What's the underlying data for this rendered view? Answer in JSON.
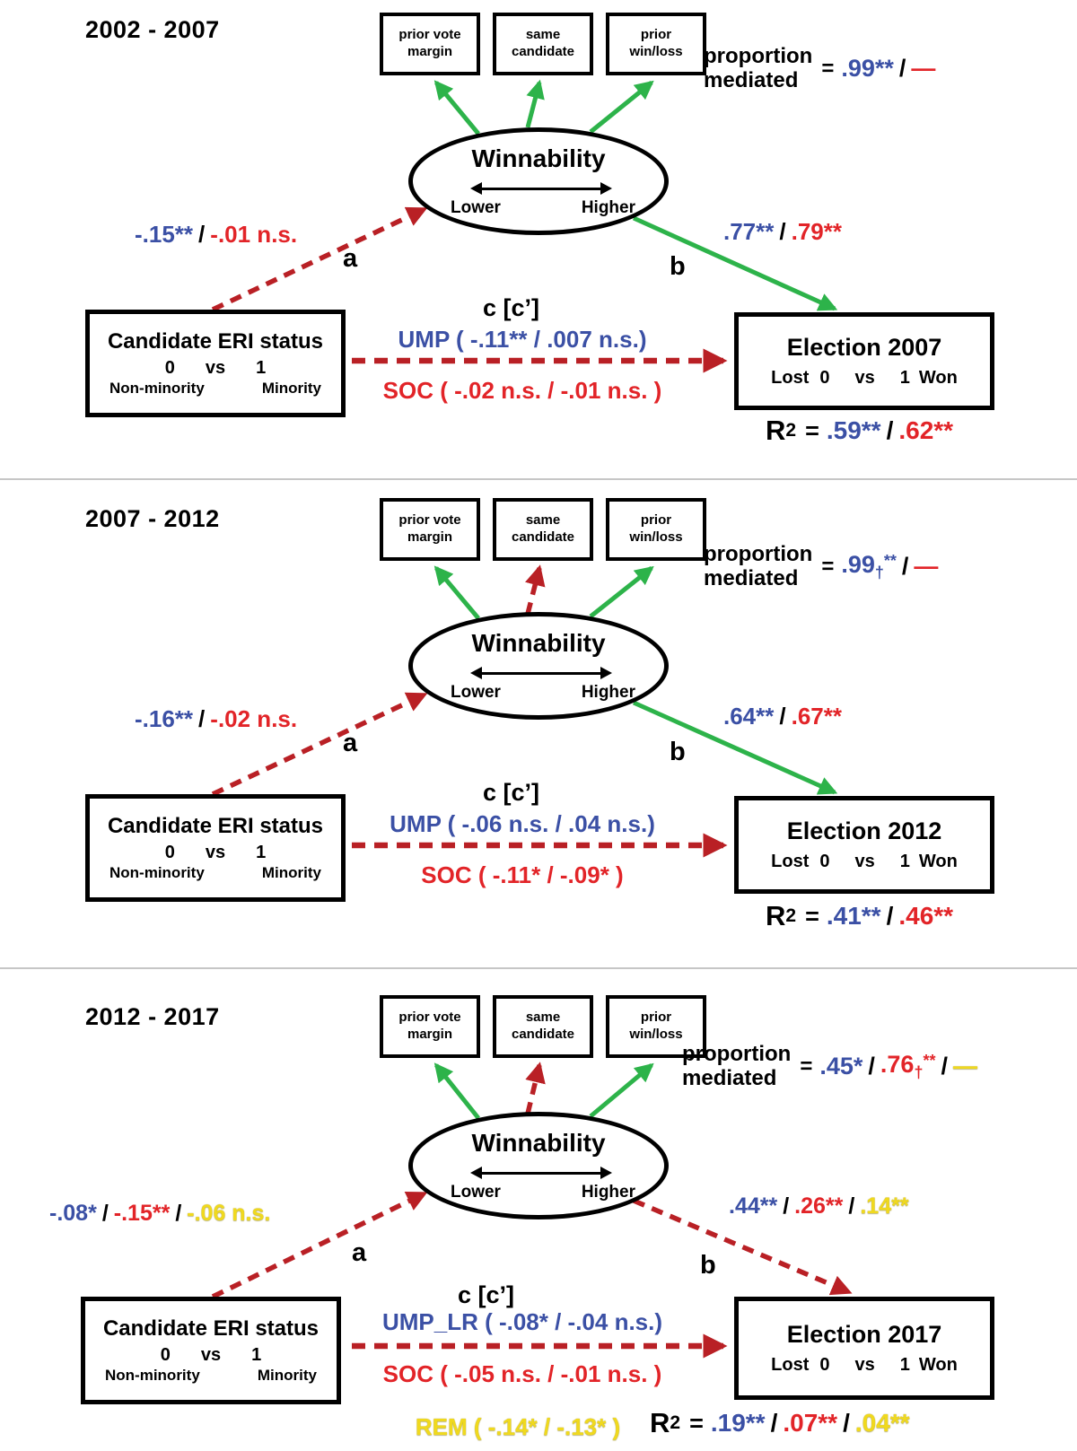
{
  "colors": {
    "coef_blue": "#3b50a5",
    "coef_red": "#e22428",
    "coef_yellow": "#f0d91e",
    "arrow_green": "#2db34a",
    "arrow_dark_red": "#b92025",
    "box_border": "#000000"
  },
  "shared": {
    "labels": {
      "prop1": "proportion",
      "prop2": "mediated",
      "eq": "=",
      "slash": "/",
      "a": "a",
      "b": "b",
      "c": "c [c’]",
      "r": "R",
      "r_exp": "2"
    },
    "mediator": {
      "title": "Winnability",
      "low": "Lower",
      "high": "Higher"
    },
    "indicators": [
      {
        "l1": "prior vote",
        "l2": "margin"
      },
      {
        "l1": "same",
        "l2": "candidate"
      },
      {
        "l1": "prior",
        "l2": "win/loss"
      }
    ],
    "predictor": {
      "title": "Candidate ERI status",
      "v0": "0",
      "vs": "vs",
      "v1": "1",
      "lab0": "Non-minority",
      "lab1": "Minority"
    },
    "outcome_scale": {
      "lost": "Lost",
      "v0": "0",
      "vs": "vs",
      "v1": "1",
      "won": "Won"
    }
  },
  "panels": [
    {
      "period": "2002 - 2007",
      "prop": {
        "v1": ".99**",
        "v2": "—"
      },
      "a": {
        "v1": "-.15**",
        "v2": "-.01 n.s."
      },
      "b": {
        "v1": ".77**",
        "v2": ".79**"
      },
      "c_above": "UMP ( -.11**  /  .007 n.s.)",
      "c_below": "SOC ( -.02 n.s. /  -.01 n.s. )",
      "outcome": "Election 2007",
      "r2": {
        "v1": ".59**",
        "v2": ".62**"
      }
    },
    {
      "period": "2007 - 2012",
      "prop": {
        "v1": ".99",
        "v1sub": "†",
        "v1sup": "**",
        "v2": "—"
      },
      "a": {
        "v1": "-.16**",
        "v2": "-.02 n.s."
      },
      "b": {
        "v1": ".64**",
        "v2": ".67**"
      },
      "c_above": "UMP ( -.06 n.s.  /  .04 n.s.)",
      "c_below": "SOC ( -.11* /  -.09* )",
      "outcome": "Election 2012",
      "r2": {
        "v1": ".41**",
        "v2": ".46**"
      }
    },
    {
      "period": "2012 - 2017",
      "prop": {
        "v1": ".45*",
        "v2": ".76",
        "v2sub": "†",
        "v2sup": "**",
        "v3": "—"
      },
      "a": {
        "v1": "-.08*",
        "v2": "-.15**",
        "v3": "-.06 n.s."
      },
      "b": {
        "v1": ".44**",
        "v2": ".26**",
        "v3": ".14**"
      },
      "c_above": "UMP_LR ( -.08* / -.04 n.s.)",
      "c_below": "SOC ( -.05 n.s. / -.01 n.s. )",
      "c_third": "REM ( -.14* / -.13* )",
      "outcome": "Election 2017",
      "r2": {
        "v1": ".19**",
        "v2": ".07**",
        "v3": ".04**"
      }
    }
  ]
}
